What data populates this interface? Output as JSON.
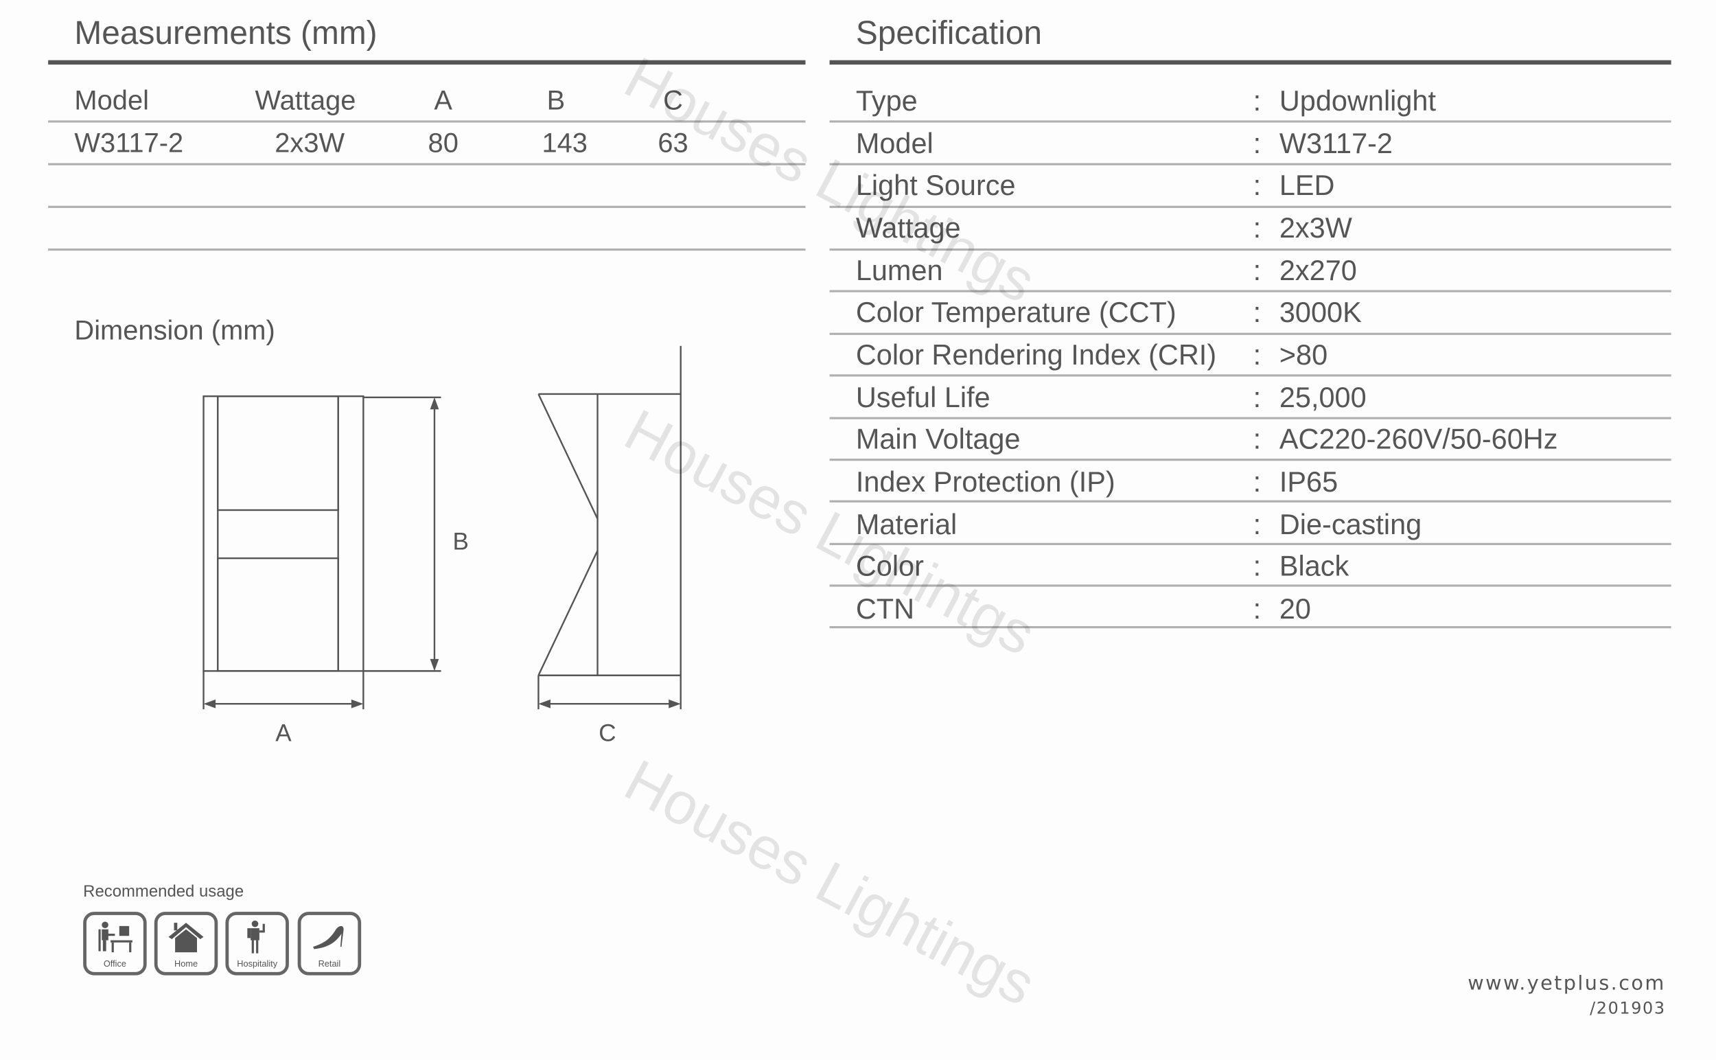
{
  "measurements": {
    "title": "Measurements (mm)",
    "headers": [
      "Model",
      "Wattage",
      "A",
      "B",
      "C"
    ],
    "rows": [
      [
        "W3117-2",
        "2x3W",
        "80",
        "143",
        "63"
      ]
    ]
  },
  "dimension": {
    "title": "Dimension (mm)",
    "labels": {
      "a": "A",
      "b": "B",
      "c": "C"
    }
  },
  "specification": {
    "title": "Specification",
    "rows": [
      {
        "label": "Type",
        "value": "Updownlight"
      },
      {
        "label": "Model",
        "value": "W3117-2"
      },
      {
        "label": "Light Source",
        "value": "LED"
      },
      {
        "label": "Wattage",
        "value": "2x3W"
      },
      {
        "label": "Lumen",
        "value": "2x270"
      },
      {
        "label": "Color Temperature (CCT)",
        "value": "3000K"
      },
      {
        "label": "Color Rendering Index (CRI)",
        "value": ">80"
      },
      {
        "label": "Useful Life",
        "value": "25,000"
      },
      {
        "label": "Main Voltage",
        "value": "AC220-260V/50-60Hz"
      },
      {
        "label": "Index Protection (IP)",
        "value": "IP65"
      },
      {
        "label": "Material",
        "value": "Die-casting"
      },
      {
        "label": "Color",
        "value": "Black"
      },
      {
        "label": "CTN",
        "value": "20"
      }
    ],
    "separator": ":"
  },
  "usage": {
    "title": "Recommended usage",
    "items": [
      {
        "label": "Office",
        "icon": "office-worker-icon"
      },
      {
        "label": "Home",
        "icon": "house-icon"
      },
      {
        "label": "Hospitality",
        "icon": "waiter-icon"
      },
      {
        "label": "Retail",
        "icon": "high-heel-icon"
      }
    ]
  },
  "footer": {
    "website": "www.yetplus.com",
    "code": "/201903"
  },
  "watermarks": [
    "Houses Lightings",
    "Houses Lighintgs",
    "Houses Lightings"
  ]
}
